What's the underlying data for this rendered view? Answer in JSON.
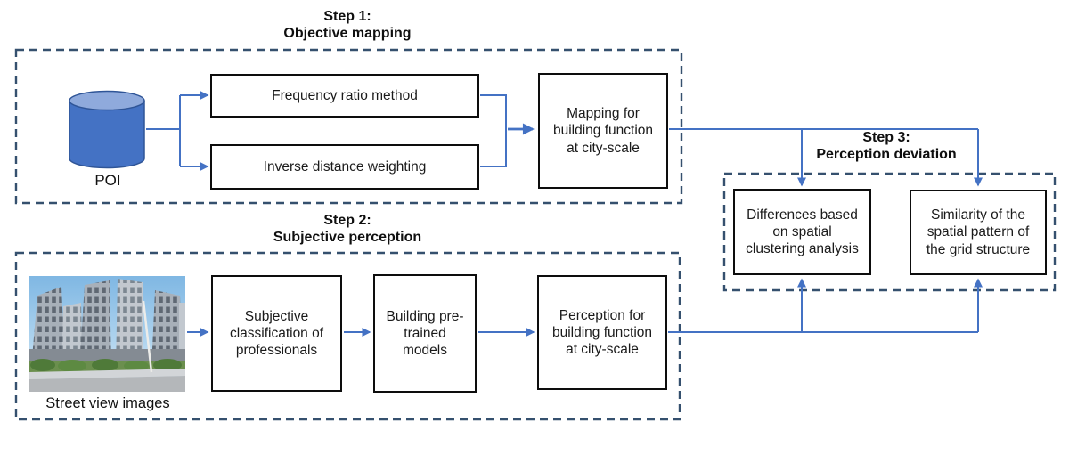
{
  "colors": {
    "accent_blue": "#4472C4",
    "dashed_border": "#35506E",
    "box_border": "#000000",
    "cylinder_body": "#4472C4",
    "cylinder_top": "#8FAADC",
    "cylinder_outline": "#2F5597"
  },
  "titles": {
    "step1": {
      "line1": "Step 1:",
      "line2": "Objective mapping"
    },
    "step2": {
      "line1": "Step 2:",
      "line2": "Subjective perception"
    },
    "step3": {
      "line1": "Step 3:",
      "line2": "Perception deviation"
    }
  },
  "nodes": {
    "frequency_ratio": "Frequency ratio method",
    "inverse_distance": "Inverse distance weighting",
    "mapping_function": "Mapping for building function at city-scale",
    "subjective_classification": "Subjective classification of professionals",
    "building_pretrained": "Building pre-trained models",
    "perception_function": "Perception for building function at city-scale",
    "differences_clustering": "Differences based on spatial clustering analysis",
    "similarity_pattern": "Similarity of the spatial pattern of the grid structure"
  },
  "labels": {
    "poi": "POI",
    "street_view_caption": "Street view images"
  },
  "icons": {
    "poi_database": "database-cylinder-icon",
    "street_view": "street-view-photo"
  }
}
